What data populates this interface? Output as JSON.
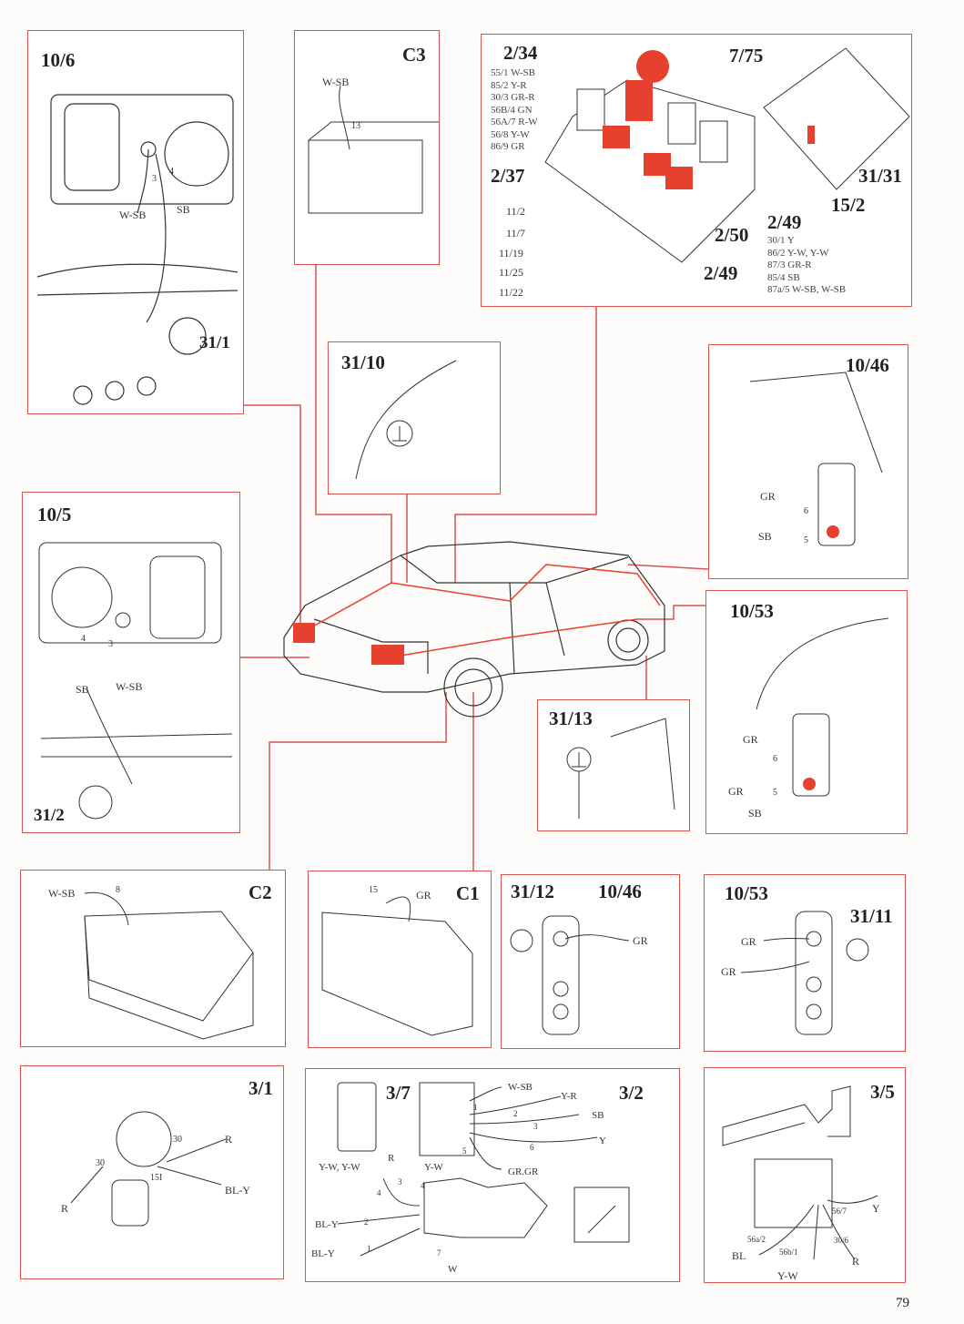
{
  "page_number": "79",
  "colors": {
    "frame": "#d9534f",
    "highlight": "#e8402e",
    "line": "#222222"
  },
  "panels": {
    "p10_6": {
      "title": "10/6",
      "wires": [
        "W-SB",
        "SB",
        "3",
        "4"
      ],
      "ground": "31/1"
    },
    "c3": {
      "title": "C3",
      "wire": "W-SB",
      "pin": "13"
    },
    "fusebox": {
      "relay_234": "2/34",
      "relay_234_pins": [
        "55/1 W-SB",
        "85/2 Y-R",
        "30/3 GR-R",
        "56B/4 GN",
        "56A/7 R-W",
        "56/8 Y-W",
        "86/9 GR"
      ],
      "relay_775": "7/75",
      "relay_237": "2/37",
      "fuses": [
        "11/2",
        "11/7",
        "11/19",
        "11/25",
        "11/22"
      ],
      "relay_250": "2/50",
      "relay_249a": "2/49",
      "relay_3131": "31/31",
      "relay_152": "15/2",
      "relay_249": "2/49",
      "relay_249_pins": [
        "30/1 Y",
        "86/2 Y-W, Y-W",
        "87/3 GR-R",
        "85/4 SB",
        "87a/5 W-SB, W-SB"
      ]
    },
    "p31_10": {
      "title": "31/10"
    },
    "p10_46_top": {
      "title": "10/46",
      "wires": [
        "GR",
        "SB",
        "6",
        "5"
      ]
    },
    "p10_5": {
      "title": "10/5",
      "wires": [
        "SB",
        "W-SB",
        "4",
        "3"
      ],
      "ground": "31/2"
    },
    "p10_53_mid": {
      "title": "10/53",
      "wires": [
        "GR",
        "GR",
        "SB",
        "6",
        "5"
      ]
    },
    "p31_13": {
      "title": "31/13"
    },
    "c2": {
      "title": "C2",
      "wire": "W-SB",
      "pin": "8"
    },
    "c1": {
      "title": "C1",
      "wire": "GR",
      "pin": "15"
    },
    "p31_12": {
      "title": "31/12",
      "title2": "10/46",
      "wire": "GR"
    },
    "p10_53_bot": {
      "title": "10/53",
      "title2": "31/11",
      "wires": [
        "GR",
        "GR"
      ]
    },
    "p3_1": {
      "title": "3/1",
      "wires": [
        "R",
        "BL-Y",
        "R",
        "30",
        "30",
        "15I"
      ]
    },
    "p3_7": {
      "title": "3/7",
      "title2": "3/2",
      "switch_wires": [
        "W-SB",
        "Y-R",
        "SB",
        "Y",
        "GR.GR"
      ],
      "switch_pins": [
        "1",
        "2",
        "3",
        "6",
        "5"
      ],
      "light_wires": [
        "Y-W, Y-W",
        "R",
        "Y-W",
        "BL-Y",
        "BL-Y",
        "W"
      ],
      "light_pins": [
        "4",
        "3",
        "4",
        "2",
        "1",
        "7"
      ]
    },
    "p3_5": {
      "title": "3/5",
      "wires": [
        "Y",
        "R",
        "BL",
        "Y-W"
      ],
      "pins": [
        "56/7",
        "30/6",
        "56a/2",
        "56b/1"
      ]
    }
  }
}
